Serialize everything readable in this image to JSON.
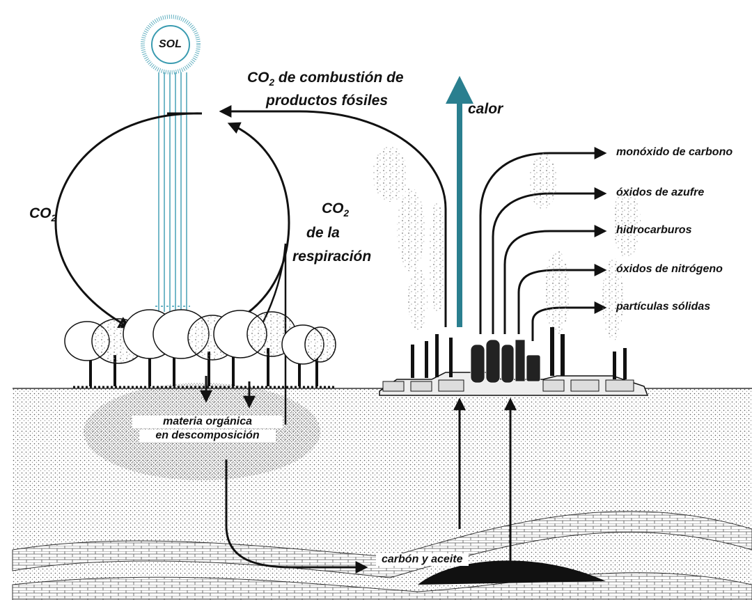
{
  "sun": {
    "label": "SOL"
  },
  "co2_left": {
    "main": "CO",
    "sub": "2"
  },
  "combustion": {
    "main": "CO",
    "sub": "2",
    "line1_rest": " de combustión de",
    "line2": "productos fósiles"
  },
  "respiration": {
    "main": "CO",
    "sub": "2",
    "line1": "de la",
    "line2": "respiración"
  },
  "heat": {
    "label": "calor"
  },
  "emissions": [
    {
      "label": "monóxido de carbono"
    },
    {
      "label": "óxidos de azufre"
    },
    {
      "label": "hidrocarburos"
    },
    {
      "label": "óxidos de nitrógeno"
    },
    {
      "label": "partículas sólidas"
    }
  ],
  "organic": {
    "line1": "materia orgánica",
    "line2": "en descomposición"
  },
  "fossil": {
    "label": "carbón y aceite"
  },
  "colors": {
    "heat_arrow": "#2a7f8f",
    "sun_rays": "#3a9bb0",
    "ink": "#111111"
  }
}
